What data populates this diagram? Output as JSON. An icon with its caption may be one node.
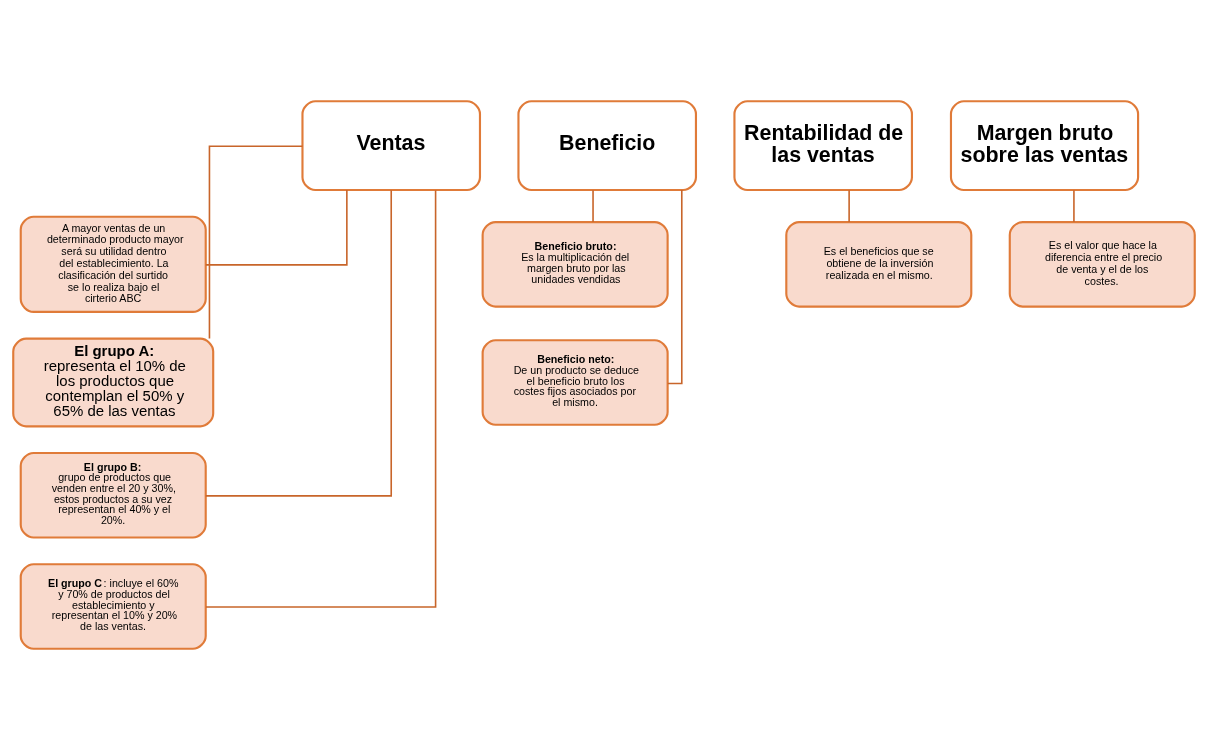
{
  "diagram": {
    "nodes": [
      {
        "text": [
          "Ventas"
        ]
      },
      {
        "text": [
          "Beneficio"
        ]
      },
      {
        "text": [
          "Rentabilidad de las ventas"
        ]
      },
      {
        "text": [
          "Margen bruto sobre las ventas"
        ]
      },
      {
        "text": [
          "A mayor ventas de un determinado producto mayor será su utilidad dentro del establecimiento. La clasificación del surtido se lo realiza bajo el cirterio ABC"
        ]
      },
      {
        "text": [
          "**El grupo A:** representa el 10% de los productos que contemplan el 50% y 65% de las ventas"
        ]
      },
      {
        "text": [
          "**El grupo B:** grupo de productos que venden entre el 20 y 30%, estos productos a su vez representan el 40% y el 20%."
        ]
      },
      {
        "text": [
          "**El grupo C**: incluye el 60% y 70% de productos del establecimiento y representan el 10% y 20% de las ventas."
        ]
      },
      {
        "text": [
          "**Beneficio bruto:** Es la multiplicación del margen bruto por las unidades vendidas"
        ]
      },
      {
        "text": [
          "**Beneficio neto:** De un producto se deduce el beneficio bruto los costes fijos asociados por el mismo."
        ]
      },
      {
        "text": [
          "Es el beneficios que se obtiene de la inversión realizada en el mismo."
        ]
      },
      {
        "text": [
          "Es el valor que hace la diferencia entre el precio de venta y el de los costes."
        ]
      }
    ],
    "edges": [
      {
        "from": 0,
        "to": 4,
        "arrow": "none"
      },
      {
        "from": 0,
        "to": 5,
        "arrow": "none"
      },
      {
        "from": 0,
        "to": 6,
        "arrow": "none"
      },
      {
        "from": 0,
        "to": 7,
        "arrow": "none"
      },
      {
        "from": 1,
        "to": 8,
        "arrow": "none"
      },
      {
        "from": 1,
        "to": 9,
        "arrow": "none"
      },
      {
        "from": 2,
        "to": 10,
        "arrow": "none"
      },
      {
        "from": 3,
        "to": 11,
        "arrow": "none"
      }
    ]
  }
}
